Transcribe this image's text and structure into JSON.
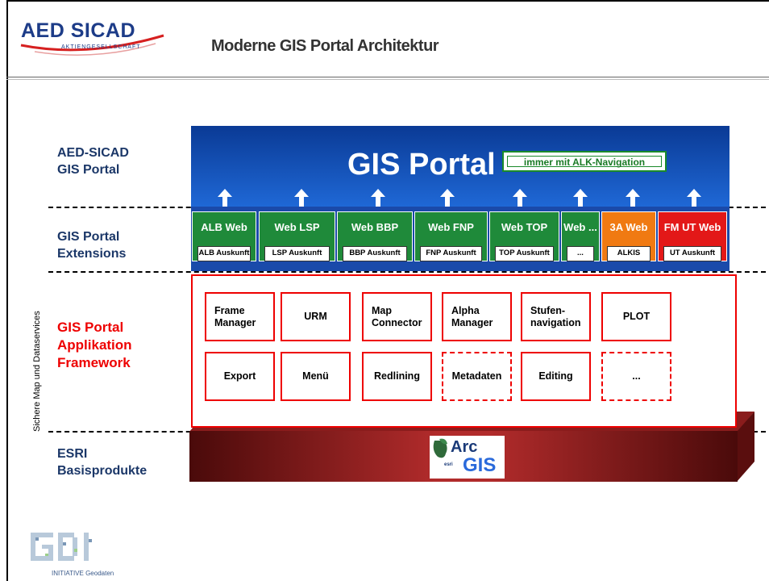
{
  "header": {
    "logo_text": "AED SICAD",
    "logo_subtitle": "AKTIENGESELLSCHAFT",
    "title": "Moderne GIS Portal Architektur"
  },
  "side_label": "Sichere Map und Dataservices",
  "layers": {
    "portal_label_1": "AED-SICAD",
    "portal_label_2": "GIS Portal",
    "extensions_label_1": "GIS Portal",
    "extensions_label_2": "Extensions",
    "framework_label_1": "GIS Portal",
    "framework_label_2": "Applikation",
    "framework_label_3": "Framework",
    "esri_label_1": "ESRI",
    "esri_label_2": "Basisprodukte"
  },
  "portal": {
    "title": "GIS Portal",
    "badge": "immer mit ALK-Navigation"
  },
  "extensions": [
    {
      "title": "ALB Web",
      "sub": "ALB Auskunft",
      "color": "#1f8a3a"
    },
    {
      "title": "Web LSP",
      "sub": "LSP Auskunft",
      "color": "#1f8a3a"
    },
    {
      "title": "Web BBP",
      "sub": "BBP Auskunft",
      "color": "#1f8a3a"
    },
    {
      "title": "Web FNP",
      "sub": "FNP Auskunft",
      "color": "#1f8a3a"
    },
    {
      "title": "Web TOP",
      "sub": "TOP Auskunft",
      "color": "#1f8a3a"
    },
    {
      "title": "Web ...",
      "sub": "...",
      "color": "#1f8a3a"
    },
    {
      "title": "3A Web",
      "sub": "ALKIS",
      "color": "#f07a12"
    },
    {
      "title": "FM UT Web",
      "sub": "UT Auskunft",
      "color": "#e31818"
    }
  ],
  "framework_modules": [
    {
      "label": "Frame\nManager",
      "dashed": false
    },
    {
      "label": "URM",
      "dashed": false
    },
    {
      "label": "Map\nConnector",
      "dashed": false
    },
    {
      "label": "Alpha\nManager",
      "dashed": false
    },
    {
      "label": "Stufen-\nnavigation",
      "dashed": false
    },
    {
      "label": "PLOT",
      "dashed": false
    },
    {
      "label": "Export",
      "dashed": false
    },
    {
      "label": "Menü",
      "dashed": false
    },
    {
      "label": "Redlining",
      "dashed": false
    },
    {
      "label": "Metadaten",
      "dashed": true
    },
    {
      "label": "Editing",
      "dashed": false
    },
    {
      "label": "...",
      "dashed": true
    }
  ],
  "esri": {
    "arc_text_1": "Arc",
    "arc_text_2": "GIS",
    "arc_small": "esri"
  },
  "footer_logo": {
    "letters": "GDI",
    "caption": "INITIATIVE Geodaten"
  }
}
